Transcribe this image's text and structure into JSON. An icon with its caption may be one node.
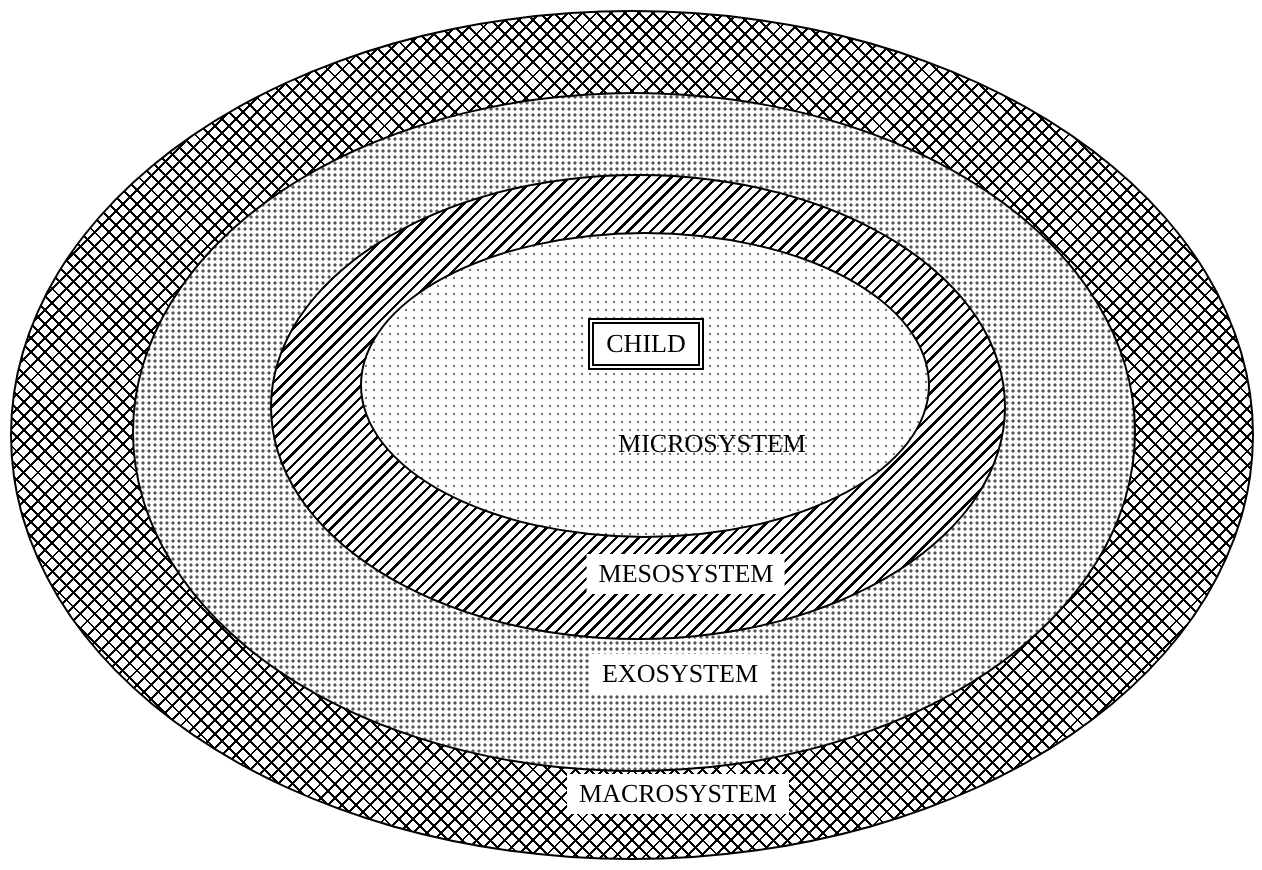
{
  "diagram": {
    "nodes": [
      {
        "text": [
          "MACROSYSTEM"
        ]
      },
      {
        "text": [
          "EXOSYSTEM"
        ],
        "in": 0
      },
      {
        "text": [
          "MESOSYSTEM"
        ],
        "in": 1
      },
      {
        "text": [
          "MICROSYSTEM"
        ],
        "in": 2
      },
      {
        "text": [
          "CHILD"
        ],
        "in": 3
      }
    ]
  }
}
